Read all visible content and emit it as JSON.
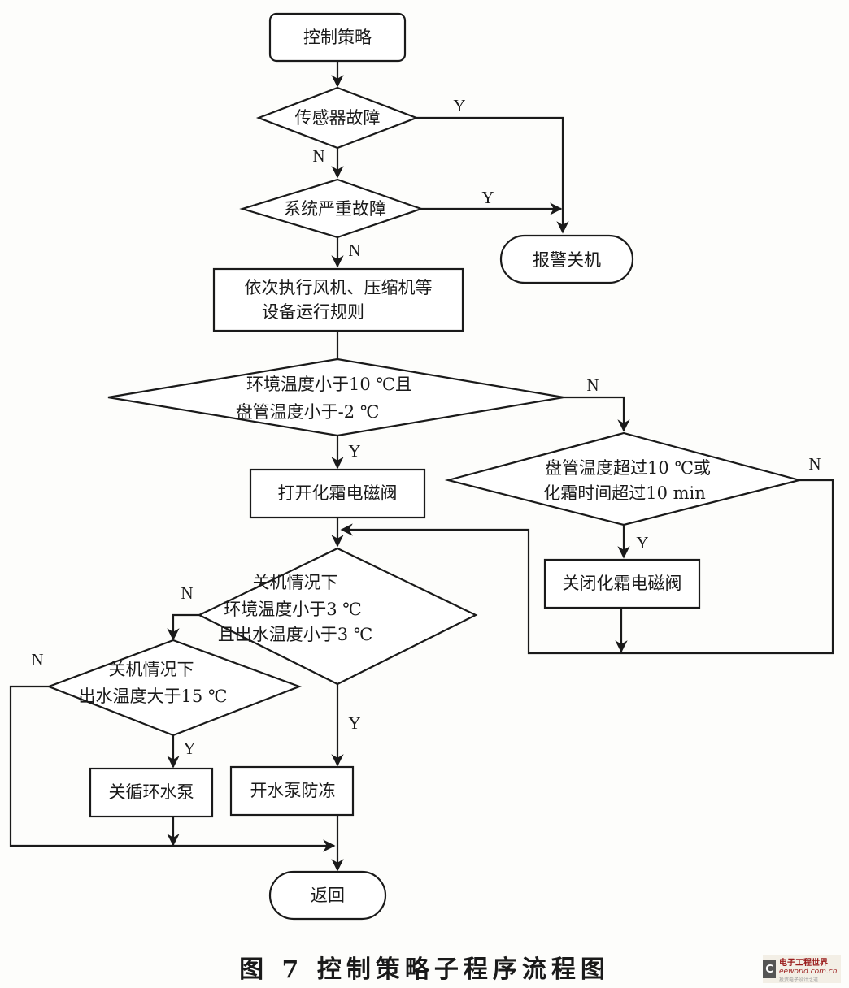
{
  "figure": {
    "caption": "图 7   控制策略子程序流程图",
    "watermark": {
      "icon": "eeworld-c-logo-icon",
      "name_cn": "电子工程世界",
      "domain": "eeworld.com.cn",
      "tagline": "投资电子设计之道"
    }
  },
  "nodes": {
    "start": {
      "type": "terminator",
      "lines": [
        "控制策略"
      ]
    },
    "sensor_fault": {
      "type": "decision",
      "lines": [
        "传感器故障"
      ]
    },
    "serious_fault": {
      "type": "decision",
      "lines": [
        "系统严重故障"
      ]
    },
    "alarm_shutdown": {
      "type": "terminator",
      "lines": [
        "报警关机"
      ]
    },
    "run_rules": {
      "type": "process",
      "lines": [
        "依次执行风机、压缩机等",
        "设备运行规则"
      ]
    },
    "defrost_check": {
      "type": "decision",
      "lines": [
        "环境温度小于10 ℃且",
        "盘管温度小于-2 ℃"
      ]
    },
    "open_valve": {
      "type": "process",
      "lines": [
        "打开化霜电磁阀"
      ]
    },
    "defrost_end_check": {
      "type": "decision",
      "lines": [
        "盘管温度超过10 ℃或",
        "化霜时间超过10 min"
      ]
    },
    "close_valve": {
      "type": "process",
      "lines": [
        "关闭化霜电磁阀"
      ]
    },
    "antifreeze_check": {
      "type": "decision",
      "lines": [
        "关机情况下",
        "环境温度小于3 ℃",
        "且出水温度小于3 ℃"
      ]
    },
    "pump_off_check": {
      "type": "decision",
      "lines": [
        "关机情况下",
        "出水温度大于15 ℃"
      ]
    },
    "stop_pump": {
      "type": "process",
      "lines": [
        "关循环水泵"
      ]
    },
    "pump_antifreeze": {
      "type": "process",
      "lines": [
        "开水泵防冻"
      ]
    },
    "return": {
      "type": "terminator",
      "lines": [
        "返回"
      ]
    }
  },
  "edges": [
    {
      "from": "start",
      "to": "sensor_fault",
      "label": ""
    },
    {
      "from": "sensor_fault",
      "to": "alarm_shutdown",
      "label": "Y"
    },
    {
      "from": "sensor_fault",
      "to": "serious_fault",
      "label": "N"
    },
    {
      "from": "serious_fault",
      "to": "alarm_shutdown",
      "label": "Y"
    },
    {
      "from": "serious_fault",
      "to": "run_rules",
      "label": "N"
    },
    {
      "from": "run_rules",
      "to": "defrost_check",
      "label": ""
    },
    {
      "from": "defrost_check",
      "to": "open_valve",
      "label": "Y"
    },
    {
      "from": "defrost_check",
      "to": "defrost_end_check",
      "label": "N"
    },
    {
      "from": "defrost_end_check",
      "to": "close_valve",
      "label": "Y"
    },
    {
      "from": "defrost_end_check",
      "to": "antifreeze_check",
      "label": "N"
    },
    {
      "from": "close_valve",
      "to": "antifreeze_check",
      "label": ""
    },
    {
      "from": "open_valve",
      "to": "antifreeze_check",
      "label": ""
    },
    {
      "from": "antifreeze_check",
      "to": "pump_antifreeze",
      "label": "Y"
    },
    {
      "from": "antifreeze_check",
      "to": "pump_off_check",
      "label": "N"
    },
    {
      "from": "pump_off_check",
      "to": "stop_pump",
      "label": "Y"
    },
    {
      "from": "pump_off_check",
      "to": "return",
      "label": "N"
    },
    {
      "from": "stop_pump",
      "to": "return",
      "label": ""
    },
    {
      "from": "pump_antifreeze",
      "to": "return",
      "label": ""
    }
  ]
}
